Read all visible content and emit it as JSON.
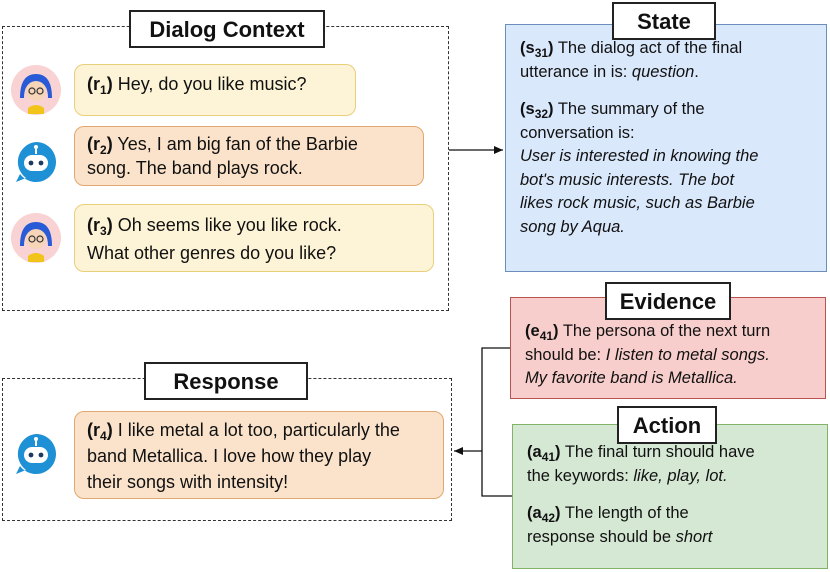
{
  "dialog_context": {
    "title": "Dialog Context",
    "turns": [
      {
        "id_base": "r",
        "id_sub": "1",
        "speaker": "user",
        "text": "Hey, do you like music?"
      },
      {
        "id_base": "r",
        "id_sub": "2",
        "speaker": "bot",
        "text_line1": "Yes, I am big fan of the Barbie",
        "text_line2": "song. The band plays rock."
      },
      {
        "id_base": "r",
        "id_sub": "3",
        "speaker": "user",
        "text_line1": "Oh seems like you like rock.",
        "text_line2": "What other genres do you like?"
      }
    ]
  },
  "response": {
    "title": "Response",
    "id_base": "r",
    "id_sub": "4",
    "text_line1": "I like metal a lot too, particularly the",
    "text_line2": "band Metallica. I love how they play",
    "text_line3": "their songs with intensity!"
  },
  "state": {
    "title": "State",
    "s31": {
      "id_base": "s",
      "id_sub": "31",
      "text_line1": "The dialog act of the final",
      "text_line2_plain": "utterance in is: ",
      "text_line2_italic": "question",
      "text_line2_end": "."
    },
    "s32": {
      "id_base": "s",
      "id_sub": "32",
      "text_line1": "The summary of the",
      "text_line2": "conversation is:",
      "italic_lines": [
        "User is interested in knowing the",
        "bot's music interests. The bot",
        "likes rock music, such as Barbie",
        "song by Aqua."
      ]
    }
  },
  "evidence": {
    "title": "Evidence",
    "e41": {
      "id_base": "e",
      "id_sub": "41",
      "text_line1": "The persona of the next turn",
      "text_line2_plain": "should be: ",
      "text_line2_italic": "I listen to metal songs.",
      "text_line3_italic": "My favorite band is Metallica."
    }
  },
  "action": {
    "title": "Action",
    "a41": {
      "id_base": "a",
      "id_sub": "41",
      "text_line1": "The final turn should have",
      "text_line2_plain": "the keywords: ",
      "text_line2_italic": "like, play, lot."
    },
    "a42": {
      "id_base": "a",
      "id_sub": "42",
      "text_line1": "The length of the",
      "text_line2_plain": "response should be ",
      "text_line2_italic": "short"
    }
  },
  "colors": {
    "state_fill": "#dae8fc",
    "state_border": "#6c8ebf",
    "evidence_fill": "#f8cecc",
    "evidence_border": "#b85450",
    "action_fill": "#d5e8d4",
    "action_border": "#82b366",
    "user_bubble": "#fdf3d6",
    "bot_bubble": "#fbe3cb"
  },
  "icons": {
    "user": "user-avatar-icon",
    "bot": "robot-chat-icon"
  }
}
